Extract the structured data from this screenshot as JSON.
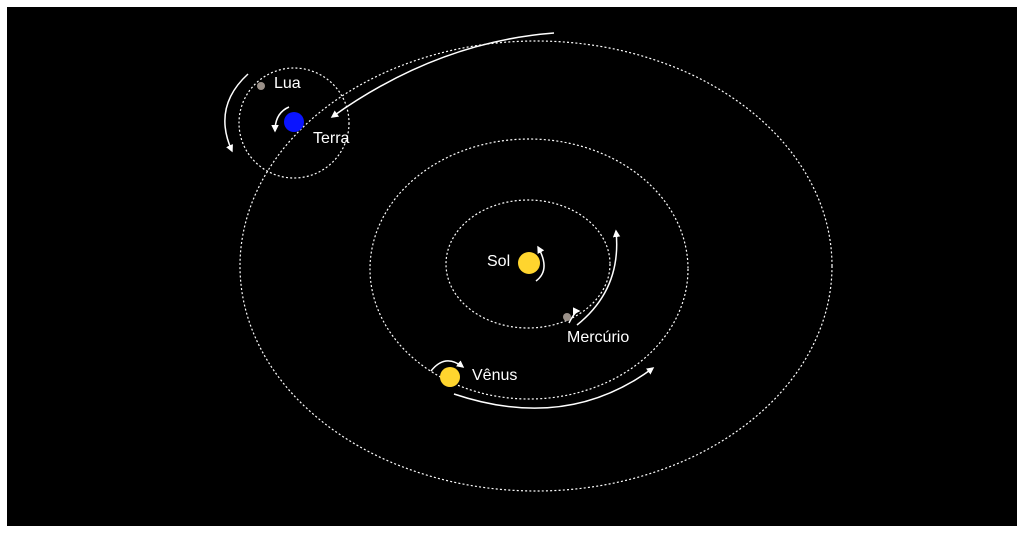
{
  "labels": {
    "sun": "Sol",
    "mercury": "Mercúrio",
    "venus": "Vênus",
    "earth": "Terra",
    "moon": "Lua"
  },
  "colors": {
    "background": "#000000",
    "sun": "#ffd52e",
    "venus": "#ffd52e",
    "mercury": "#9a9088",
    "earth": "#0a14ff",
    "moon": "#9a9088",
    "orbit": "#ffffff"
  }
}
